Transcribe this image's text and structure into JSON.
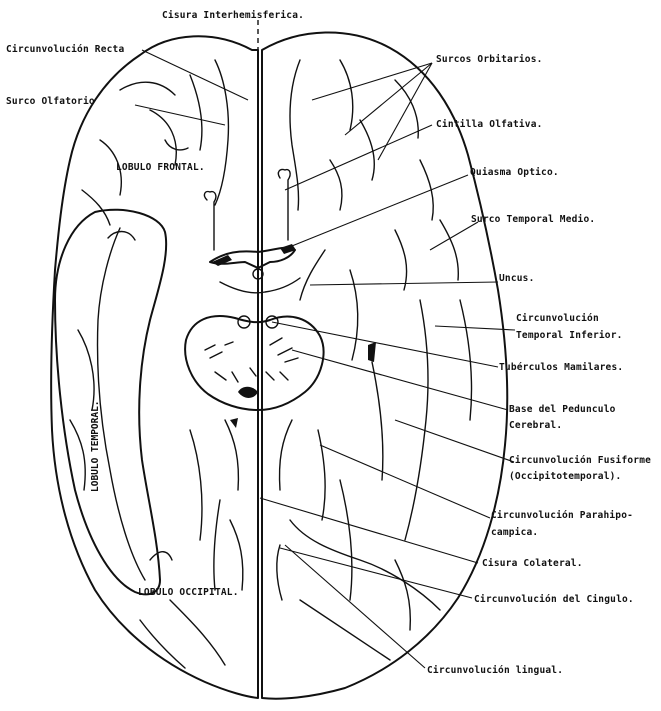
{
  "labels": {
    "cisura_interhemisferica": "Cisura Interhemisferica.",
    "circunvolucion_recta": "Circunvolución Recta",
    "surco_olfatorio": "Surco Olfatorio",
    "surcos_orbitarios": "Surcos Orbitarios.",
    "cintilla_olfativa": "Cintilla Olfativa.",
    "lobulo_frontal": "LOBULO FRONTAL.",
    "quiasma_optico": "Quiasma Optico.",
    "surco_temporal_medio": "Surco Temporal Medio.",
    "uncus": "Uncus.",
    "circ_temporal_inferior_1": "Circunvolución",
    "circ_temporal_inferior_2": "Temporal Inferior.",
    "tuberculos_mamilares": "Tubérculos Mamilares.",
    "base_pedunculo_1": "Base del Pedunculo",
    "base_pedunculo_2": "Cerebral.",
    "circ_fusiforme_1": "Circunvolución Fusiforme",
    "circ_fusiforme_2": "(Occipitotemporal).",
    "lobulo_temporal": "LOBULO TEMPORAL.",
    "circ_parahipocampica_1": "Circunvolución Parahipo-",
    "circ_parahipocampica_2": "campica.",
    "cisura_colateral": "Cisura Colateral.",
    "lobulo_occipital": "LOBULO OCCIPITAL.",
    "circ_del_cingulo": "Circunvolución del Cingulo.",
    "circ_lingual": "Circunvolución lingual."
  }
}
